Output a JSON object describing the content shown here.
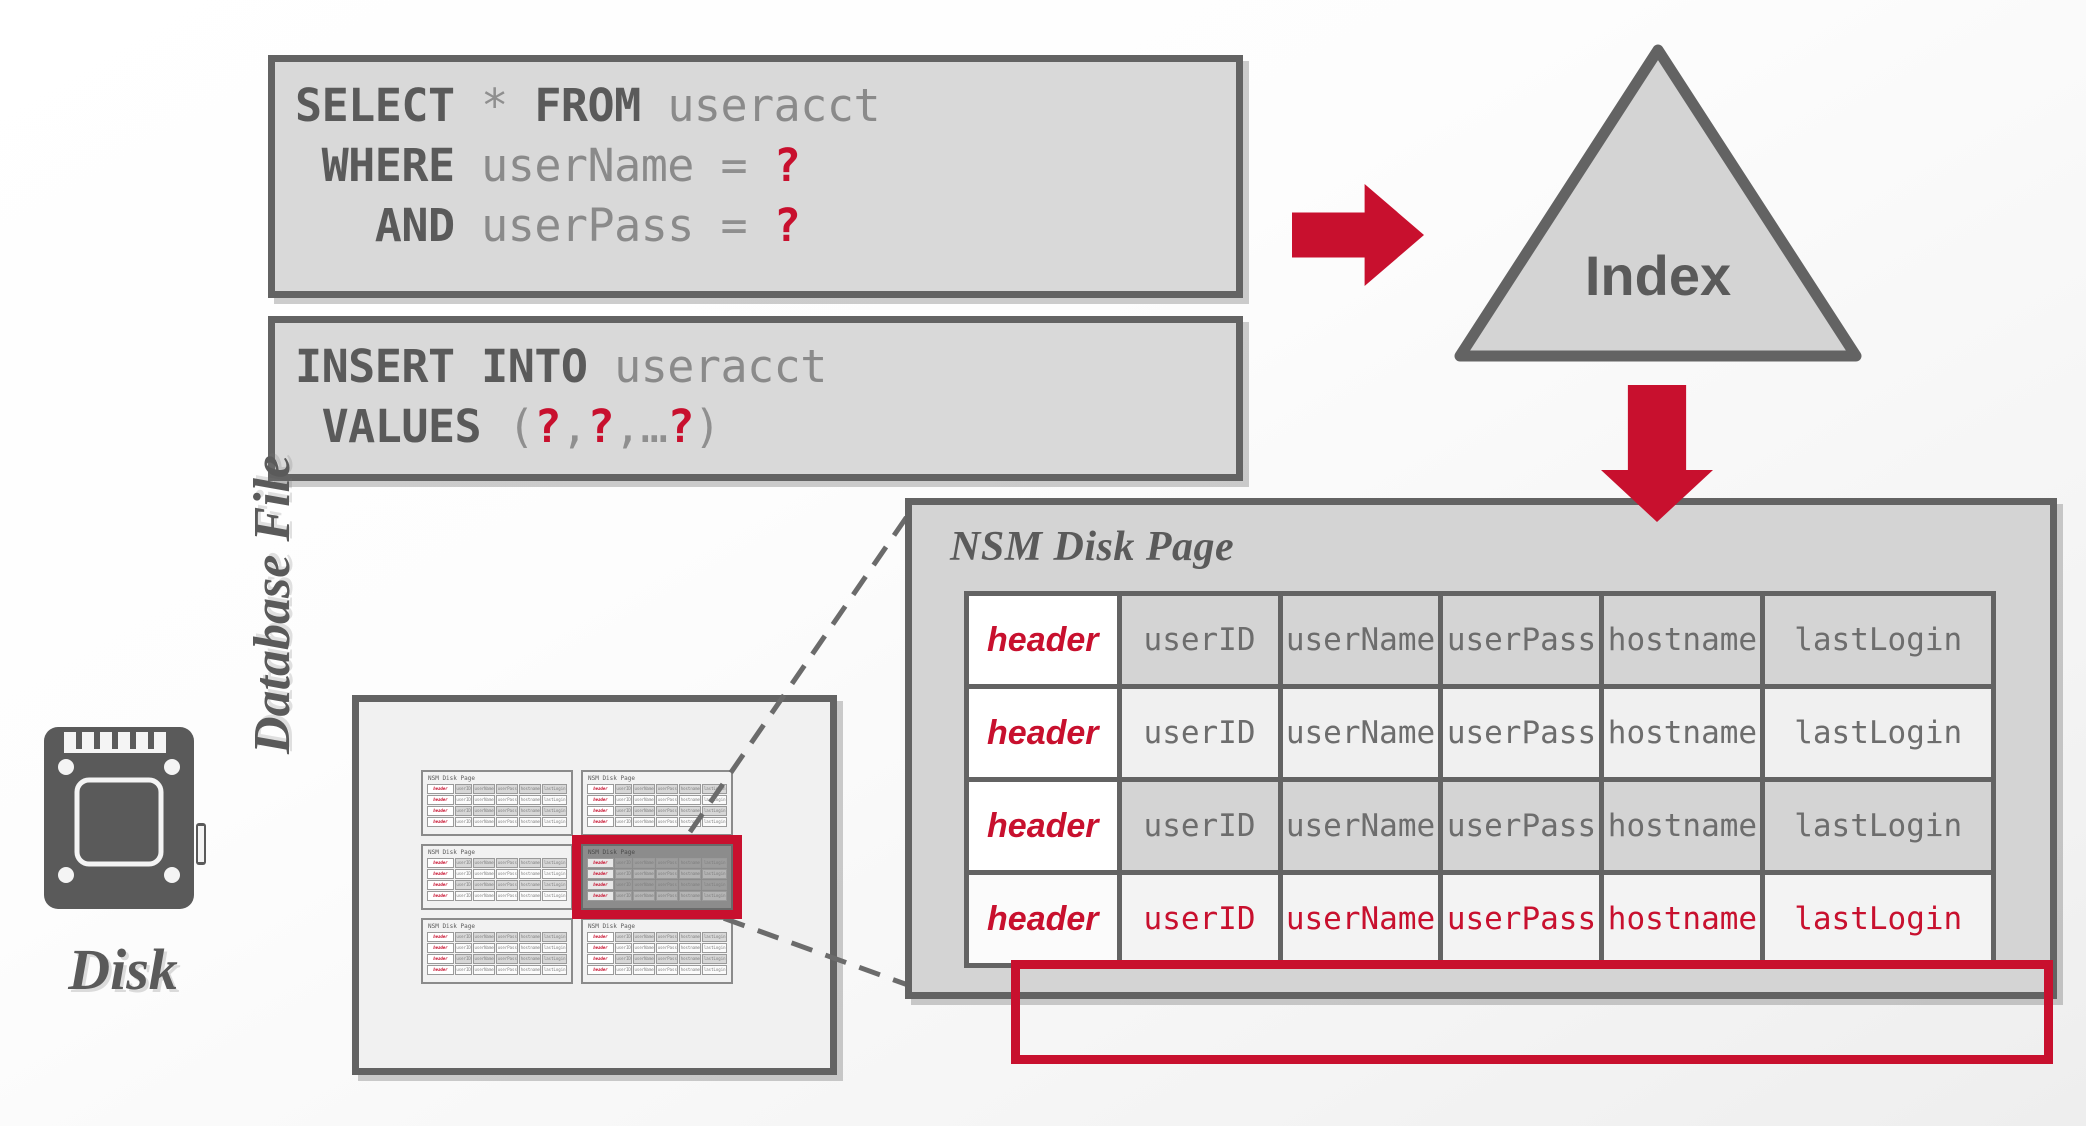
{
  "sql": {
    "select": {
      "lines": [
        [
          {
            "t": "SELECT",
            "c": "kw"
          },
          {
            "t": " ",
            "c": "pn"
          },
          {
            "t": "*",
            "c": "pn"
          },
          {
            "t": " ",
            "c": "pn"
          },
          {
            "t": "FROM",
            "c": "kw"
          },
          {
            "t": " ",
            "c": "pn"
          },
          {
            "t": "useracct",
            "c": "id"
          }
        ],
        [
          {
            "t": " WHERE",
            "c": "kw"
          },
          {
            "t": " ",
            "c": "pn"
          },
          {
            "t": "userName",
            "c": "id"
          },
          {
            "t": " = ",
            "c": "pn"
          },
          {
            "t": "?",
            "c": "pl"
          }
        ],
        [
          {
            "t": "   AND",
            "c": "kw"
          },
          {
            "t": " ",
            "c": "pn"
          },
          {
            "t": "userPass",
            "c": "id"
          },
          {
            "t": " = ",
            "c": "pn"
          },
          {
            "t": "?",
            "c": "pl"
          }
        ]
      ],
      "plain": "SELECT * FROM useracct\n WHERE userName = ?\n   AND userPass = ?"
    },
    "insert": {
      "lines": [
        [
          {
            "t": "INSERT INTO",
            "c": "kw"
          },
          {
            "t": " ",
            "c": "pn"
          },
          {
            "t": "useracct",
            "c": "id"
          }
        ],
        [
          {
            "t": " VALUES",
            "c": "kw"
          },
          {
            "t": " (",
            "c": "pn"
          },
          {
            "t": "?",
            "c": "pl"
          },
          {
            "t": ",",
            "c": "pn"
          },
          {
            "t": "?",
            "c": "pl"
          },
          {
            "t": ",…",
            "c": "pn"
          },
          {
            "t": "?",
            "c": "pl"
          },
          {
            "t": ")",
            "c": "pn"
          }
        ]
      ],
      "plain": "INSERT INTO useracct\n VALUES (?,?,…?)"
    }
  },
  "index": {
    "label": "Index"
  },
  "disk": {
    "label": "Disk"
  },
  "database_file": {
    "label": "Database File"
  },
  "nsm": {
    "title": "NSM Disk Page",
    "header_cell_label": "header",
    "columns": [
      "userID",
      "userName",
      "userPass",
      "hostname",
      "lastLogin"
    ],
    "rows": [
      {
        "header": "header",
        "cells": [
          "userID",
          "userName",
          "userPass",
          "hostname",
          "lastLogin"
        ],
        "highlighted": false
      },
      {
        "header": "header",
        "cells": [
          "userID",
          "userName",
          "userPass",
          "hostname",
          "lastLogin"
        ],
        "highlighted": false
      },
      {
        "header": "header",
        "cells": [
          "userID",
          "userName",
          "userPass",
          "hostname",
          "lastLogin"
        ],
        "highlighted": false
      },
      {
        "header": "header",
        "cells": [
          "userID",
          "userName",
          "userPass",
          "hostname",
          "lastLogin"
        ],
        "highlighted": true
      }
    ]
  },
  "mini_pages": [
    {
      "title": "NSM Disk Page",
      "highlighted": false
    },
    {
      "title": "NSM Disk Page",
      "highlighted": false
    },
    {
      "title": "NSM Disk Page",
      "highlighted": false
    },
    {
      "title": "NSM Disk Page",
      "highlighted": true
    },
    {
      "title": "NSM Disk Page",
      "highlighted": false
    },
    {
      "title": "NSM Disk Page",
      "highlighted": false
    }
  ],
  "colors": {
    "accent_red": "#c8102e",
    "dark_gray": "#636363",
    "mid_gray": "#8f8f8f",
    "panel_fill": "#d4d4d4",
    "row_alt_fill": "#f0f0f0",
    "box_fill": "#d9d9d9"
  }
}
